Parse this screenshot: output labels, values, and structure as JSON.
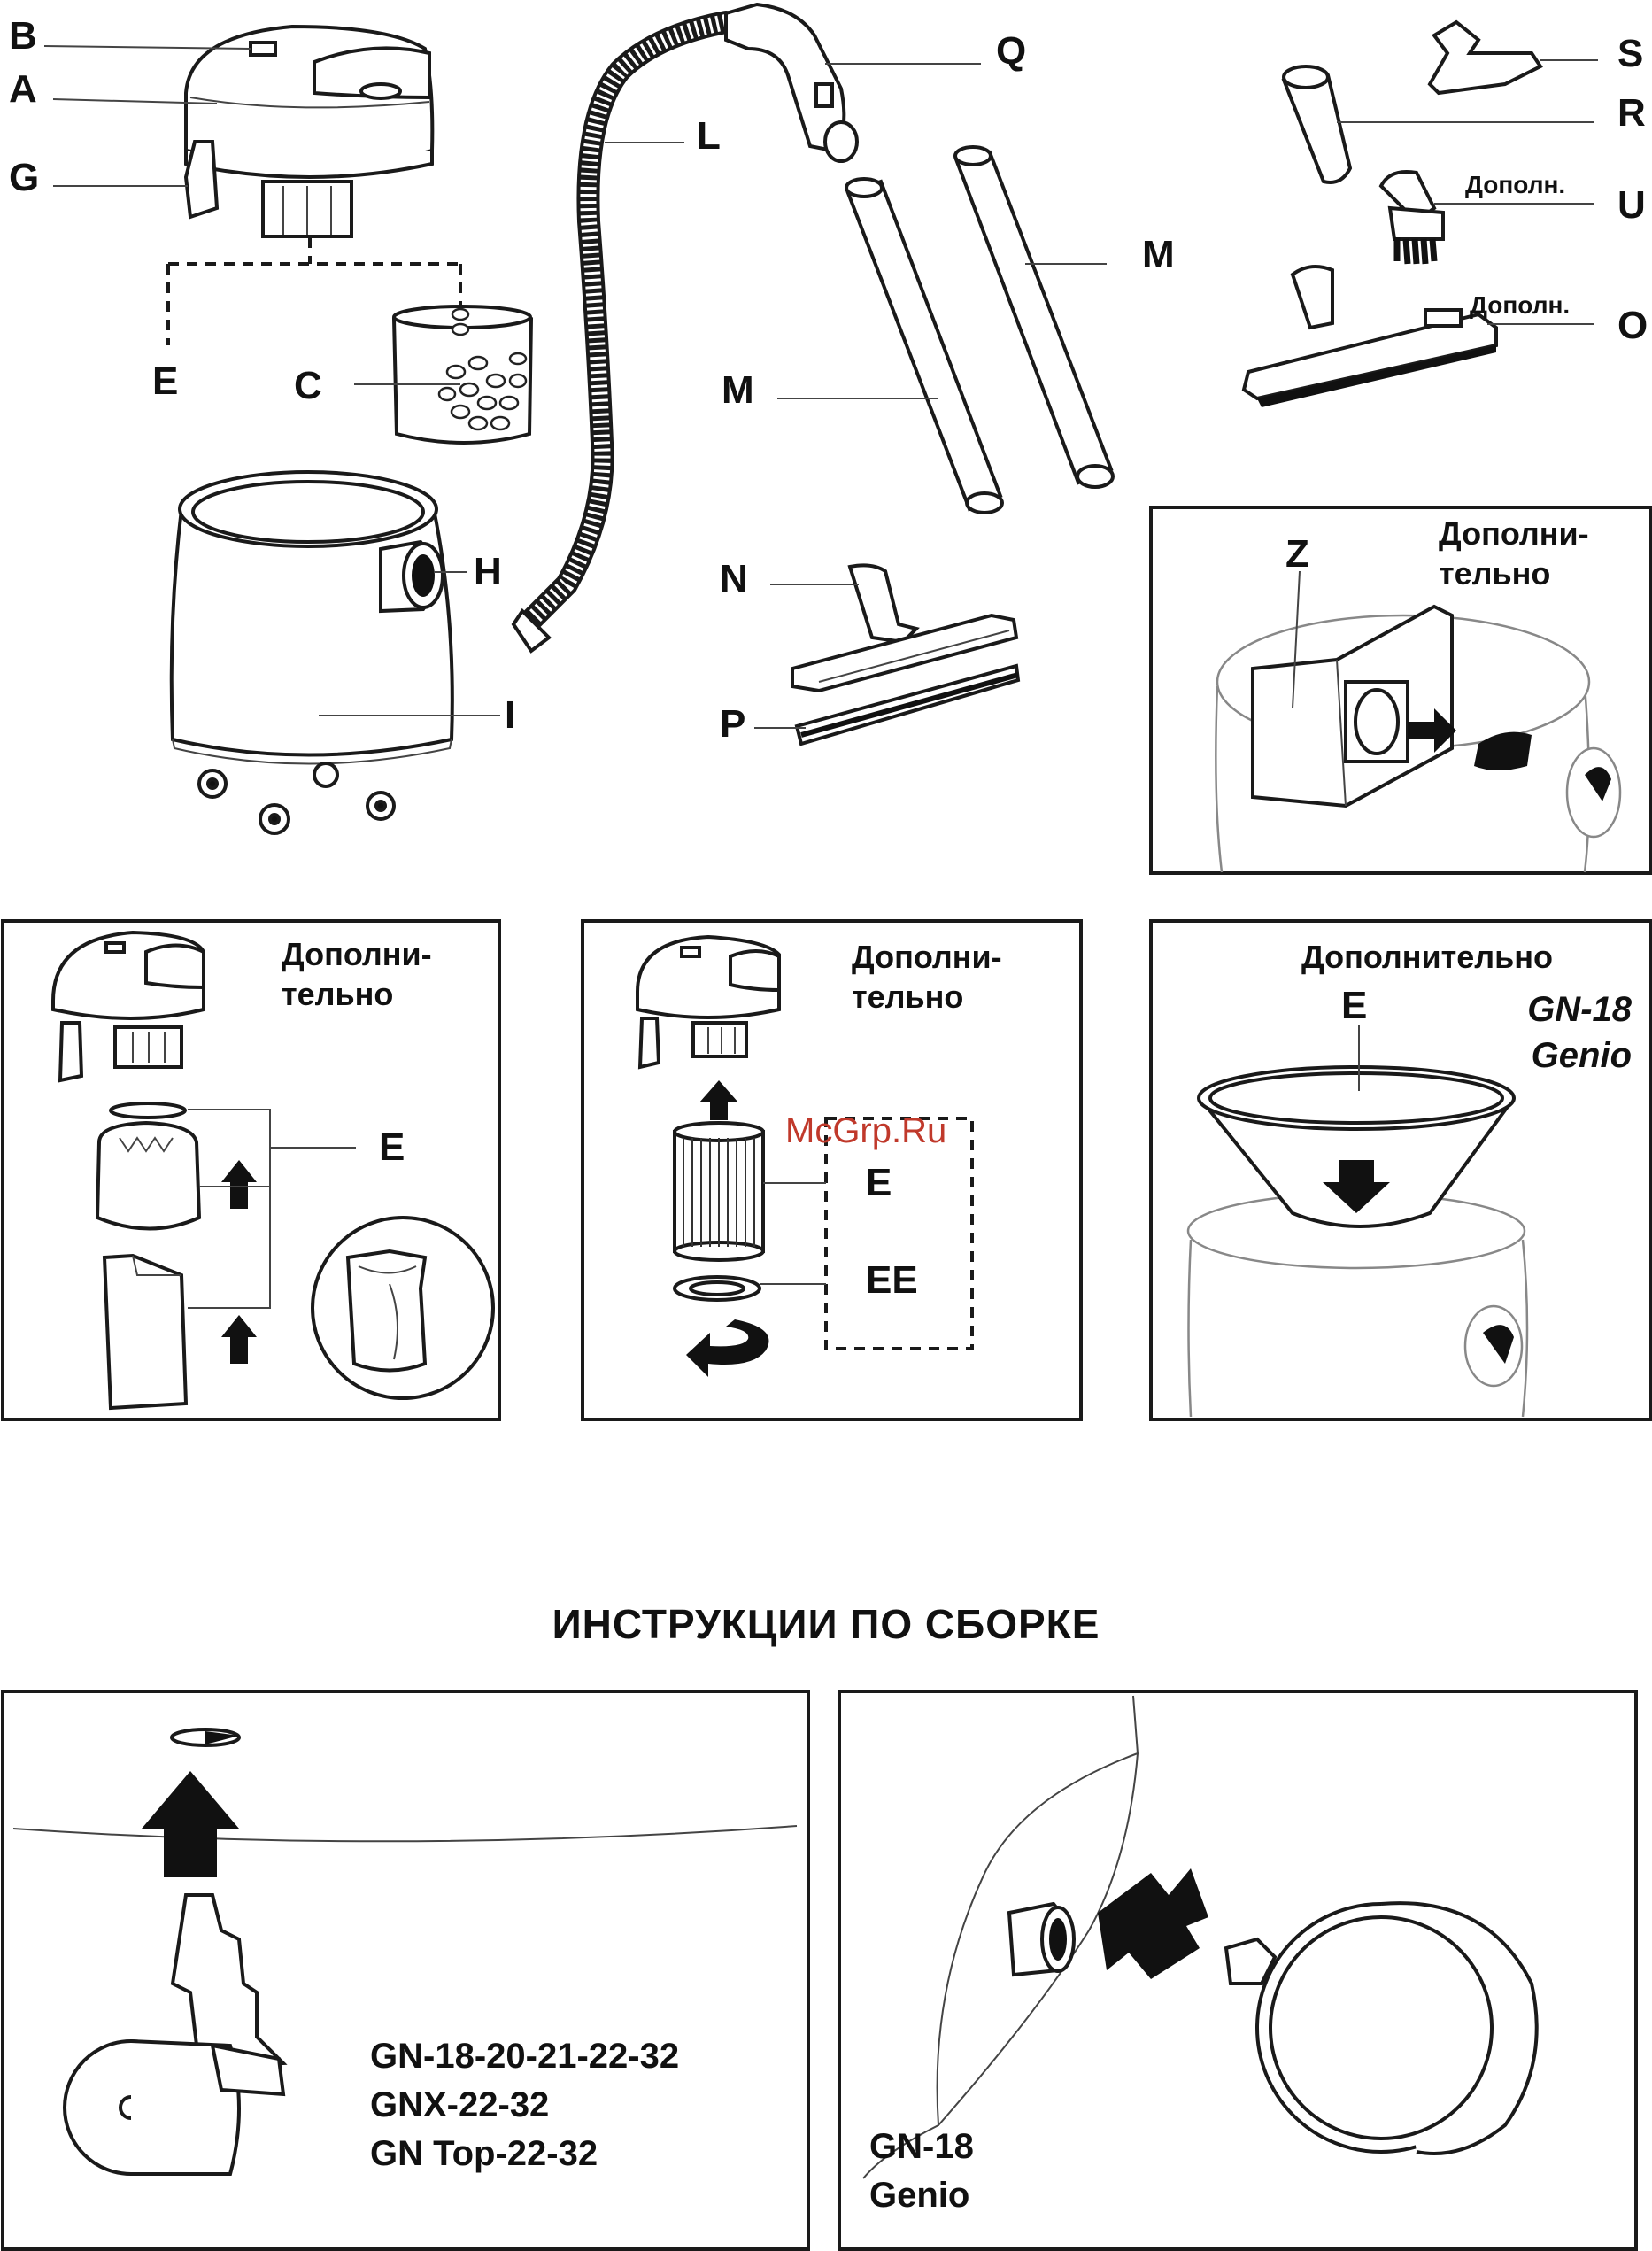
{
  "labels": {
    "A": "A",
    "B": "B",
    "C": "C",
    "E": "E",
    "EE": "EE",
    "G": "G",
    "H": "H",
    "I": "I",
    "L": "L",
    "M": "M",
    "N": "N",
    "O": "O",
    "P": "P",
    "Q": "Q",
    "R": "R",
    "S": "S",
    "U": "U",
    "Z": "Z"
  },
  "optional_short": "Дополн.",
  "optional_wrap": [
    "Дополни-",
    "тельно"
  ],
  "optional_full": "Дополнительно",
  "watermark": "McGrp.Ru",
  "assembly_title": "ИНСТРУКЦИИ ПО СБОРКЕ",
  "panels": {
    "funnel_models": [
      "GN-18",
      "Genio"
    ],
    "wheel_models": [
      "GN-18-20-21-22-32",
      "GNX-22-32",
      "GN Top-22-32"
    ],
    "bumper_models": [
      "GN-18",
      "Genio"
    ]
  }
}
